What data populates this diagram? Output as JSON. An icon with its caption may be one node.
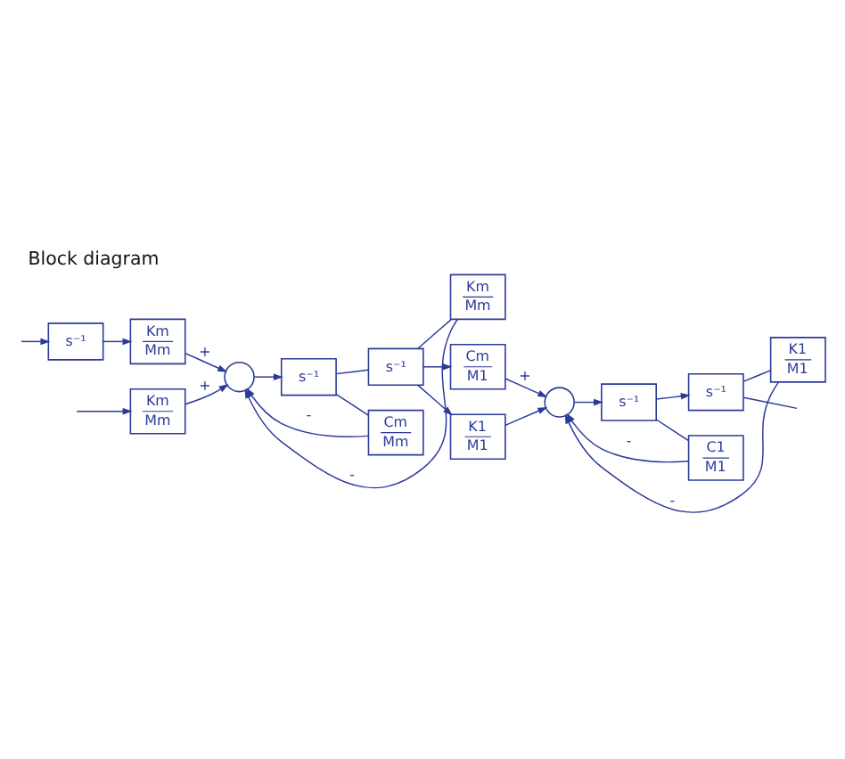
{
  "diagram": {
    "title": "Block diagram",
    "nodes": [
      {
        "text": [
          "Km",
          "Mm"
        ]
      },
      {
        "text": [
          "s⁻¹"
        ]
      },
      {
        "text": [
          "Km",
          "Mm"
        ]
      },
      {
        "text": [],
        "shape": "circle"
      },
      {
        "text": [
          "s⁻¹"
        ]
      },
      {
        "text": [
          "s⁻¹"
        ]
      },
      {
        "text": [
          "Cm",
          "Mm"
        ]
      },
      {
        "text": [
          "Km",
          "Mm"
        ]
      },
      {
        "text": [
          "Cm",
          "M1"
        ]
      },
      {
        "text": [
          "K1",
          "M1"
        ]
      },
      {
        "text": [],
        "shape": "circle"
      },
      {
        "text": [
          "s⁻¹"
        ]
      },
      {
        "text": [
          "s⁻¹"
        ]
      },
      {
        "text": [
          "C1",
          "M1"
        ]
      },
      {
        "text": [
          "K1",
          "M1"
        ]
      }
    ],
    "edges": [
      {
        "from": null,
        "to": 0,
        "arrow": "to"
      },
      {
        "from": null,
        "to": 1,
        "arrow": "to"
      },
      {
        "from": 0,
        "to": 3,
        "arrow": "to",
        "label": "+"
      },
      {
        "from": 1,
        "to": 2,
        "arrow": "to"
      },
      {
        "from": 2,
        "to": 3,
        "arrow": "to",
        "label": "+"
      },
      {
        "from": 3,
        "to": 4,
        "arrow": "to"
      },
      {
        "from": 4,
        "to": 5,
        "arrow": "none"
      },
      {
        "from": 4,
        "to": 6,
        "arrow": "none"
      },
      {
        "from": 6,
        "to": 3,
        "arrow": "to",
        "label": "-"
      },
      {
        "from": 5,
        "to": 7,
        "arrow": "none"
      },
      {
        "from": 7,
        "to": 3,
        "arrow": "to",
        "label": "-"
      },
      {
        "from": 5,
        "to": 9,
        "arrow": "to"
      },
      {
        "from": 5,
        "to": 8,
        "arrow": "to"
      },
      {
        "from": 9,
        "to": 10,
        "arrow": "to"
      },
      {
        "from": 8,
        "to": 10,
        "arrow": "to",
        "label": "+"
      },
      {
        "from": 10,
        "to": 11,
        "arrow": "to"
      },
      {
        "from": 11,
        "to": 12,
        "arrow": "to"
      },
      {
        "from": 11,
        "to": 13,
        "arrow": "none"
      },
      {
        "from": 13,
        "to": 10,
        "arrow": "to",
        "label": "-"
      },
      {
        "from": 12,
        "to": 14,
        "arrow": "none"
      },
      {
        "from": 14,
        "to": 10,
        "arrow": "to",
        "label": "-"
      },
      {
        "from": 12,
        "to": null,
        "arrow": "none"
      }
    ]
  }
}
